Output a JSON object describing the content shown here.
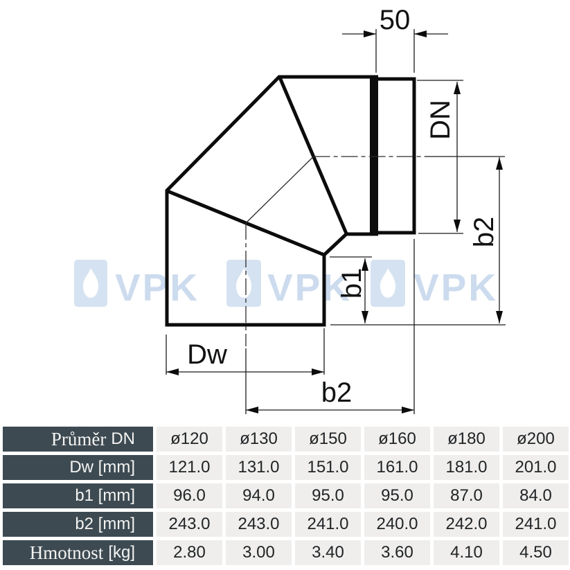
{
  "drawing": {
    "dim_socket_length": "50",
    "dim_diameter": "DN",
    "dim_b1": "b1",
    "dim_b2_vertical": "b2",
    "dim_b2_horizontal": "b2",
    "dim_dw": "Dw",
    "line_color": "#0c0c0c"
  },
  "watermark": {
    "text": "VPK",
    "text_color": "#ccdbee",
    "tile_color": "#d5e2f1"
  },
  "table": {
    "header_bg": "#3d4a52",
    "header_text_color": "#f4f4f2",
    "cell_bg": "#efeeec",
    "cell_text_color": "#212426",
    "rows": [
      {
        "label_serif": "Průměr",
        "label_sans": "DN",
        "values": [
          "ø120",
          "ø130",
          "ø150",
          "ø160",
          "ø180",
          "ø200"
        ]
      },
      {
        "label_serif": "",
        "label_sans": "Dw [mm]",
        "values": [
          "121.0",
          "131.0",
          "151.0",
          "161.0",
          "181.0",
          "201.0"
        ]
      },
      {
        "label_serif": "",
        "label_sans": "b1 [mm]",
        "values": [
          "96.0",
          "94.0",
          "95.0",
          "95.0",
          "87.0",
          "84.0"
        ]
      },
      {
        "label_serif": "",
        "label_sans": "b2 [mm]",
        "values": [
          "243.0",
          "243.0",
          "241.0",
          "240.0",
          "242.0",
          "241.0"
        ]
      },
      {
        "label_serif": "Hmotnost",
        "label_sans": "[kg]",
        "values": [
          "2.80",
          "3.00",
          "3.40",
          "3.60",
          "4.10",
          "4.50"
        ]
      }
    ]
  }
}
